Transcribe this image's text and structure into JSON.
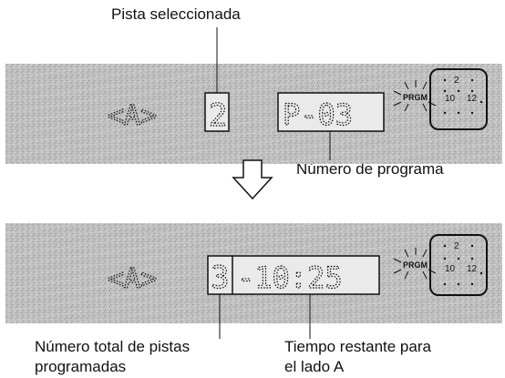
{
  "top_panel": {
    "side": "<A>",
    "track": "2",
    "program": "P-03",
    "prgm_badge": "PRGM",
    "grid_numbers": [
      "2",
      "10",
      "12"
    ]
  },
  "bottom_panel": {
    "side": "<A>",
    "total_tracks": "3",
    "time": "-10:25",
    "prgm_badge": "PRGM",
    "grid_numbers": [
      "2",
      "10",
      "12"
    ]
  },
  "labels": {
    "selected_track": "Pista seleccionada",
    "program_number": "Número de programa",
    "total_tracks_line1": "Número total de pistas",
    "total_tracks_line2": "programadas",
    "remaining_line1": "Tiempo restante para",
    "remaining_line2": "el lado A"
  },
  "arrow_icon": "down-arrow-icon",
  "colors": {
    "panel_bg": "#bdbdbd",
    "ink": "#111111"
  }
}
